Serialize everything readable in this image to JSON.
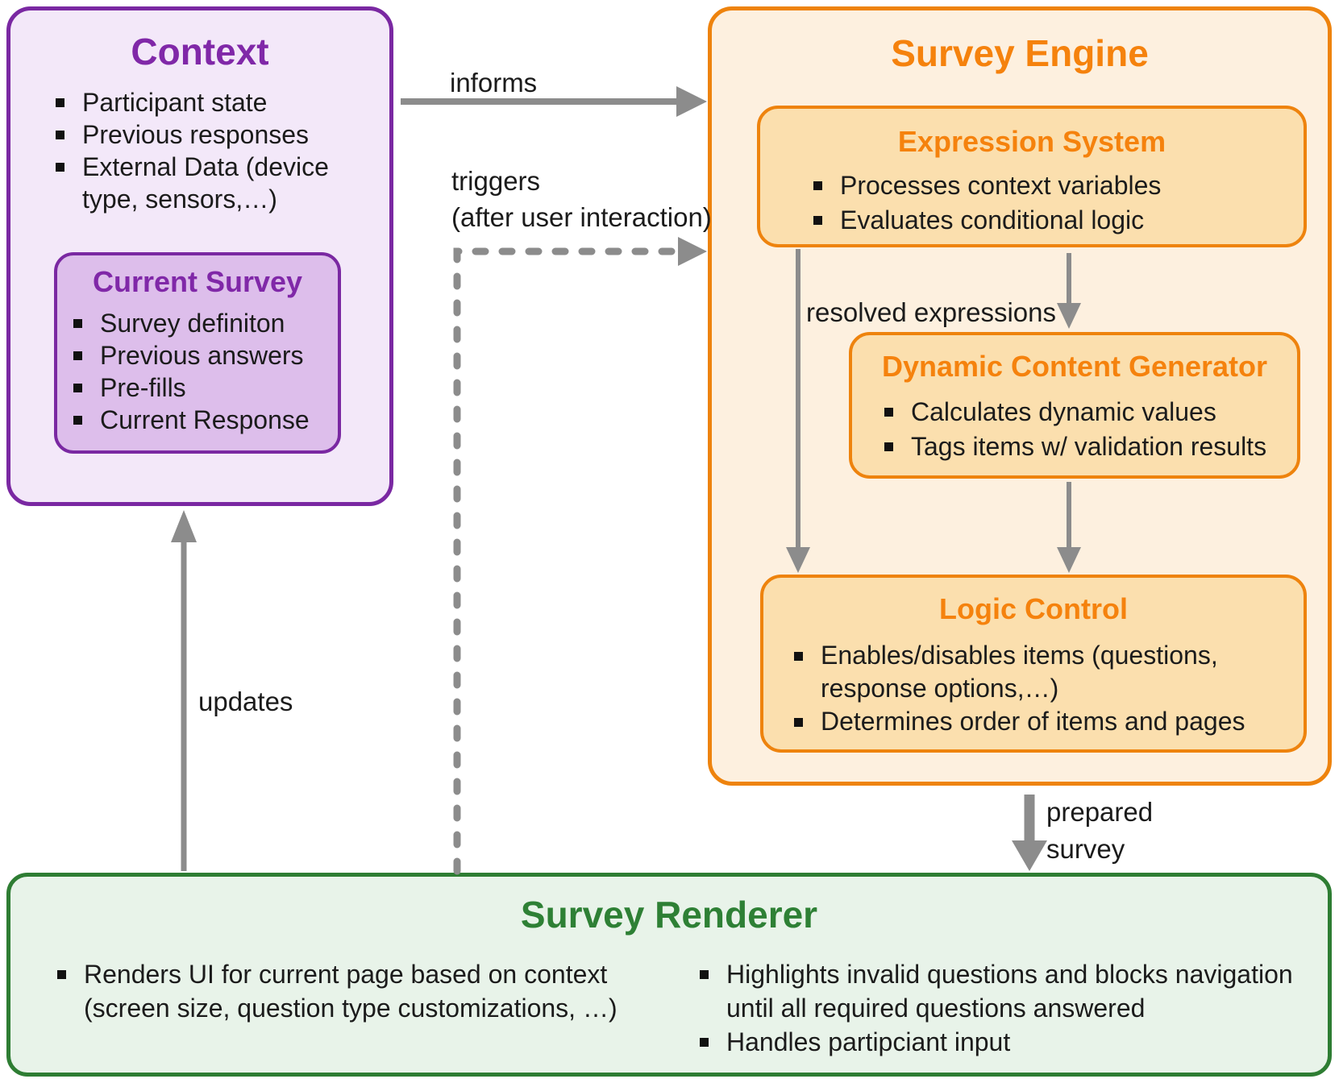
{
  "context": {
    "title": "Context",
    "items": [
      "Participant state",
      "Previous responses",
      "External Data (device type, sensors,…)"
    ],
    "current_survey": {
      "title": "Current Survey",
      "items": [
        "Survey definiton",
        "Previous answers",
        "Pre-fills",
        "Current Response"
      ]
    }
  },
  "survey_engine": {
    "title": "Survey Engine",
    "expression_system": {
      "title": "Expression System",
      "items": [
        "Processes context variables",
        "Evaluates conditional logic"
      ]
    },
    "dynamic_content_generator": {
      "title": "Dynamic Content Generator",
      "items": [
        "Calculates dynamic values",
        "Tags items w/ validation results"
      ]
    },
    "logic_control": {
      "title": "Logic Control",
      "items": [
        "Enables/disables items (questions, response options,…)",
        "Determines order of items and pages"
      ]
    }
  },
  "survey_renderer": {
    "title": "Survey Renderer",
    "left_items": [
      "Renders UI for current page based on context (screen size, question type customizations, …)"
    ],
    "right_items": [
      "Highlights invalid questions and blocks navigation until all required questions answered",
      "Handles partipciant input"
    ]
  },
  "arrows": {
    "informs": "informs",
    "triggers_line1": "triggers",
    "triggers_line2": "(after user interaction)",
    "resolved_expressions": "resolved expressions",
    "updates": "updates",
    "prepared_line1": "prepared",
    "prepared_line2": "survey"
  },
  "colors": {
    "purple_border": "#7a28a2",
    "purple_title": "#8028a8",
    "purple_bg_outer": "#f3e8f9",
    "purple_bg_inner": "#ddbeeb",
    "orange_border": "#ee830d",
    "orange_title": "#f5820d",
    "orange_bg_outer": "#fdf0df",
    "orange_bg_inner": "#fbdfae",
    "green_border": "#2e7d33",
    "green_title": "#2e8035",
    "green_bg": "#e8f3e9",
    "arrow_gray": "#8c8c8c",
    "text": "#1b1b1b"
  }
}
